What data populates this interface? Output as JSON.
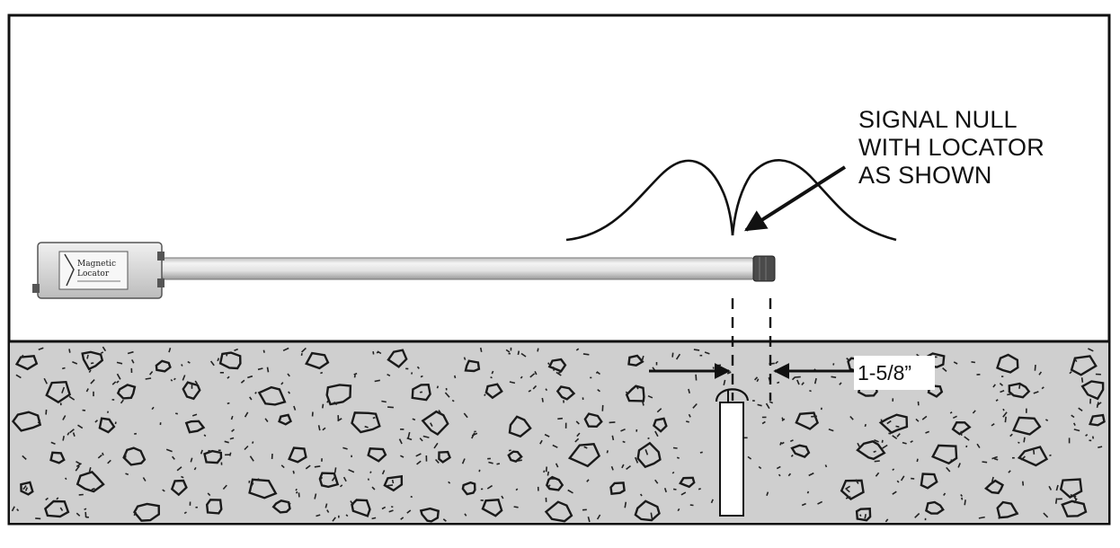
{
  "callout": {
    "lines": [
      "SIGNAL NULL",
      "WITH LOCATOR",
      "AS SHOWN"
    ]
  },
  "dimension": {
    "label": "1-5/8”"
  },
  "device": {
    "label_lines": [
      "Magnetic",
      "Locator"
    ]
  },
  "colors": {
    "concrete": "#cfcfcf",
    "outline": "#111111",
    "rod": "#e6e6e6",
    "background": "#ffffff"
  }
}
